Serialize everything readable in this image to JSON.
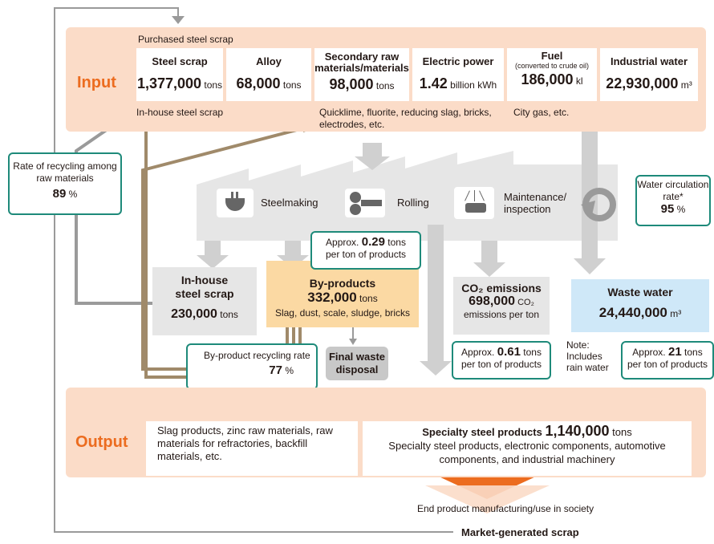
{
  "input": {
    "label": "Input",
    "purchased_label": "Purchased steel scrap",
    "items": [
      {
        "title": "Steel scrap",
        "sub": "",
        "value": "1,377,000",
        "unit": "tons"
      },
      {
        "title": "Alloy",
        "sub": "",
        "value": "68,000",
        "unit": "tons"
      },
      {
        "title": "Secondary raw materials/materials",
        "sub": "",
        "value": "98,000",
        "unit": "tons"
      },
      {
        "title": "Electric power",
        "sub": "",
        "value": "1.42",
        "unit": "billion kWh"
      },
      {
        "title": "Fuel",
        "sub": "(converted to crude oil)",
        "value": "186,000",
        "unit": "kl"
      },
      {
        "title": "Industrial water",
        "sub": "",
        "value": "22,930,000",
        "unit": "m³"
      }
    ],
    "notes": {
      "inhouse": "In-house steel scrap",
      "secondary": "Quicklime, fluorite, reducing slag, bricks, electrodes, etc.",
      "fuel": "City gas, etc."
    }
  },
  "recycling_raw": {
    "label": "Rate of recycling among raw materials",
    "value": "89",
    "unit": "%"
  },
  "process": {
    "steelmaking": "Steelmaking",
    "rolling": "Rolling",
    "maintenance": "Maintenance/ inspection"
  },
  "water_circ": {
    "label": "Water circulation rate*",
    "value": "95",
    "unit": "%"
  },
  "inhouse_scrap": {
    "title": "In-house steel scrap",
    "value": "230,000",
    "unit": "tons"
  },
  "byproducts": {
    "title": "By-products",
    "value": "332,000",
    "unit": "tons",
    "desc": "Slag, dust, scale, sludge, bricks",
    "per_ton_prefix": "Approx.",
    "per_ton_value": "0.29",
    "per_ton_unit": "tons",
    "per_ton_line2": "per ton of products"
  },
  "byproduct_recycling": {
    "label": "By-product recycling rate",
    "value": "77",
    "unit": "%"
  },
  "final_waste": "Final waste disposal",
  "co2": {
    "title": "CO₂ emissions",
    "value": "698,000",
    "unit": "CO₂",
    "line3": "emissions per ton",
    "approx_prefix": "Approx.",
    "approx_value": "0.61",
    "approx_unit": "tons",
    "approx_line2": "per ton of products"
  },
  "waste_water": {
    "title": "Waste water",
    "value": "24,440,000",
    "unit": "m³",
    "note": "Note: Includes rain water",
    "approx_prefix": "Approx.",
    "approx_value": "21",
    "approx_unit": "tons",
    "approx_line2": "per ton of products"
  },
  "output": {
    "label": "Output",
    "left_text": "Slag products, zinc raw materials, raw materials for refractories, backfill materials, etc.",
    "right_title": "Specialty steel products",
    "right_value": "1,140,000",
    "right_unit": "tons",
    "right_desc": "Specialty steel products, electronic components, automotive components, and industrial machinery"
  },
  "end_product": "End product manufacturing/use in society",
  "market_scrap": "Market-generated scrap",
  "colors": {
    "orange": "#ec6c1f",
    "teal": "#1e8a7a",
    "band": "#fbdcc8",
    "tan": "#a08a6a",
    "grayline": "#9a9a9a"
  }
}
